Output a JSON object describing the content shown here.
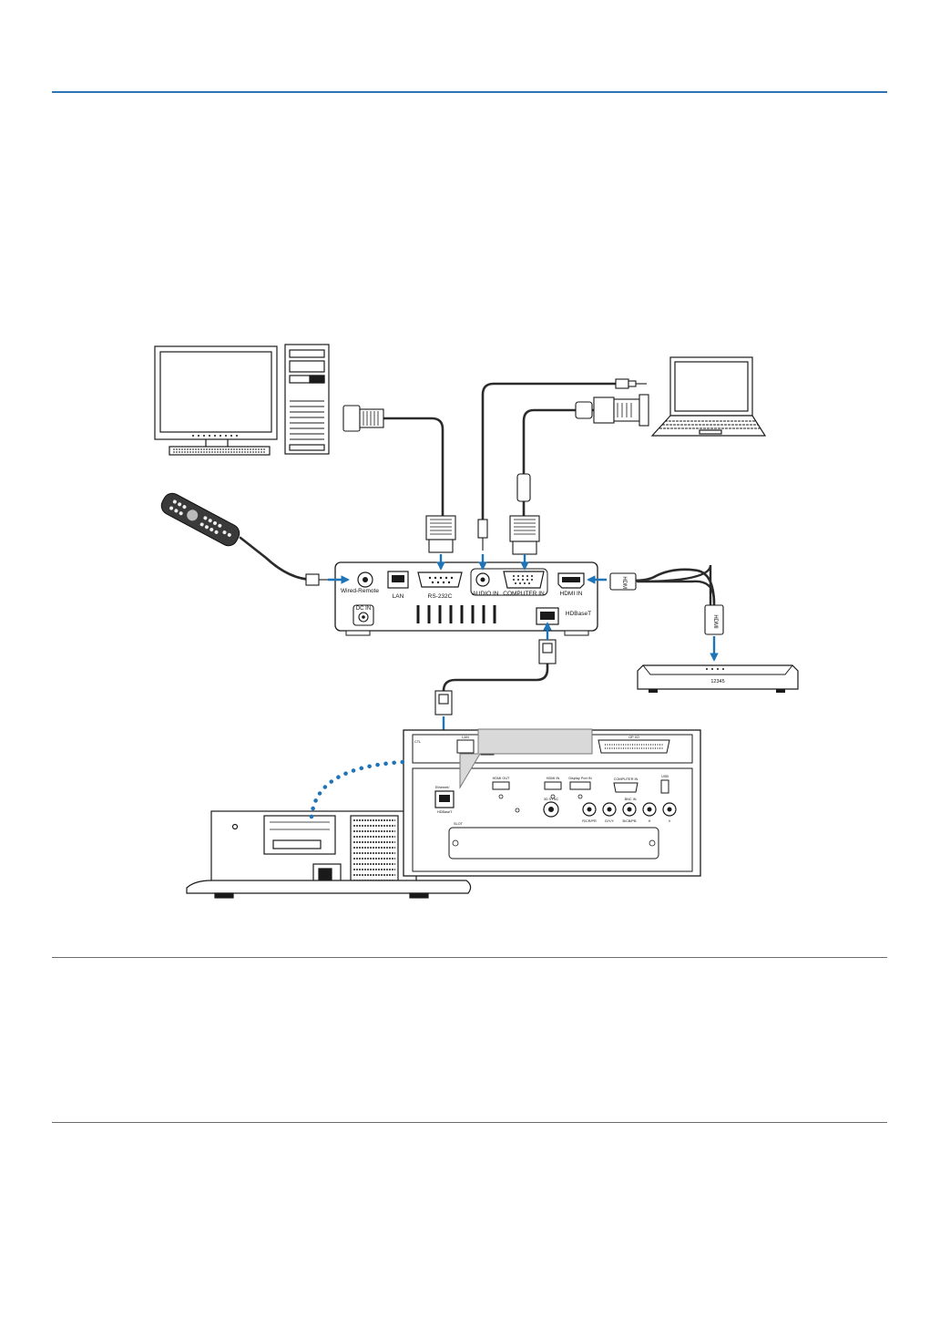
{
  "colors": {
    "accent_rule": "#2e74b5",
    "arrow": "#1f73b7",
    "cable": "#2b2b2b",
    "divider": "#6b6b6b",
    "callout_fill": "#d9d9d9"
  },
  "box_ports": {
    "wired_remote": "Wired-Remote",
    "lan": "LAN",
    "rs232c": "RS-232C",
    "audio_in": "AUDIO IN",
    "computer_in": "COMPUTER IN",
    "hdmi_in": "HDMI IN",
    "dc_in": "DC IN",
    "hdbaset": "HDBaseT"
  },
  "player_label": "12345",
  "panel_labels": {
    "lan": "LAN",
    "ctl": "CTL",
    "gpio": "GP I/O",
    "ethernet": "Ethernet/",
    "hdbaset": "HDBaseT",
    "hdmi_out": "HDMI OUT",
    "hdmi_in": "HDMI IN",
    "displayport_in": "Display Port IN",
    "computer_in": "COMPUTER IN",
    "usb": "USB",
    "bnc_in": "BNC IN",
    "three_d_sync": "3D SYNC",
    "slot": "SLOT",
    "bnc_r": "R/CR/PR",
    "bnc_g": "G/Y/Y",
    "bnc_b": "B/CB/PB",
    "bnc_h": "H",
    "bnc_v": "V"
  },
  "cable_labels": {
    "hdmi": "HDMI"
  }
}
